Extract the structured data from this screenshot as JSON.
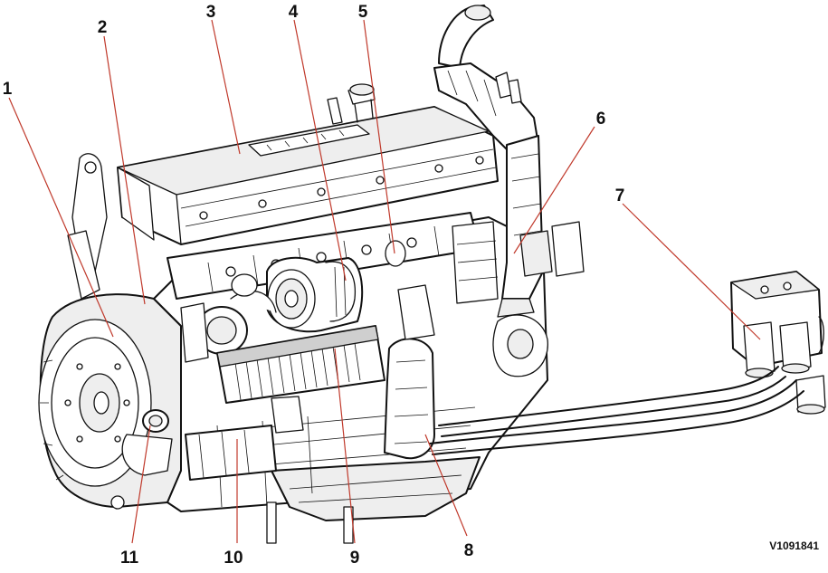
{
  "callouts": [
    {
      "id": "c1",
      "label": "1"
    },
    {
      "id": "c2",
      "label": "2"
    },
    {
      "id": "c3",
      "label": "3"
    },
    {
      "id": "c4",
      "label": "4"
    },
    {
      "id": "c5",
      "label": "5"
    },
    {
      "id": "c6",
      "label": "6"
    },
    {
      "id": "c7",
      "label": "7"
    },
    {
      "id": "c8",
      "label": "8"
    },
    {
      "id": "c9",
      "label": "9"
    },
    {
      "id": "c10",
      "label": "10"
    },
    {
      "id": "c11",
      "label": "11"
    }
  ],
  "figure_id": "V1091841",
  "colors": {
    "leader": "#c0392b",
    "line": "#111111"
  }
}
